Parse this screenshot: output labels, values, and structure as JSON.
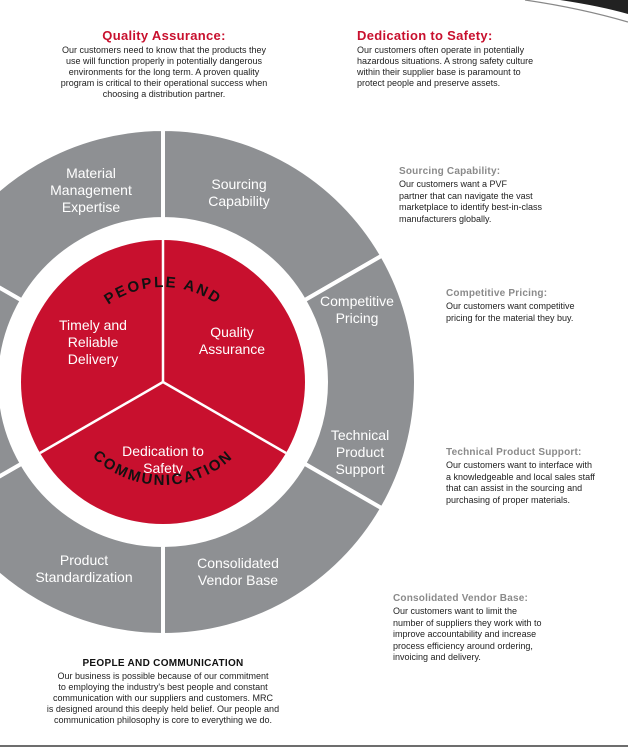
{
  "top_left": {
    "title": "Quality Assurance:",
    "lines": [
      "Our customers need to know that the products they",
      "use will function properly in potentially dangerous",
      "environments for the long term. A proven quality",
      "program is critical to their operational success when",
      "choosing a distribution partner."
    ]
  },
  "top_right": {
    "title": "Dedication to Safety:",
    "lines": [
      "Our customers often operate in potentially",
      "hazardous situations. A strong safety culture",
      "within their supplier base is paramount to",
      "protect people and preserve assets."
    ]
  },
  "side_notes": [
    {
      "title": "Sourcing Capability:",
      "lines": [
        "Our customers want a PVF",
        "partner that can navigate the vast",
        "marketplace to identify best-in-class",
        "manufacturers globally."
      ]
    },
    {
      "title": "Competitive Pricing:",
      "lines": [
        "Our customers want competitive",
        "pricing for the material they buy."
      ]
    },
    {
      "title": "Technical Product Support:",
      "lines": [
        "Our customers want to interface with",
        "a knowledgeable and local sales staff",
        "that can assist in the sourcing and",
        "purchasing of proper materials."
      ]
    },
    {
      "title": "Consolidated Vendor Base:",
      "lines": [
        "Our customers want to limit the",
        "number of suppliers they work with to",
        "improve accountability and increase",
        "process efficiency around ordering,",
        "invoicing and delivery."
      ]
    }
  ],
  "outer_segments": [
    {
      "id": "material",
      "lines": [
        "Material",
        "Management",
        "Expertise"
      ]
    },
    {
      "id": "sourcing",
      "lines": [
        "Sourcing",
        "Capability"
      ]
    },
    {
      "id": "pricing",
      "lines": [
        "Competitive",
        "Pricing"
      ]
    },
    {
      "id": "technical",
      "lines": [
        "Technical",
        "Product",
        "Support"
      ]
    },
    {
      "id": "vendor",
      "lines": [
        "Consolidated",
        "Vendor Base"
      ]
    },
    {
      "id": "standardization",
      "lines": [
        "Product",
        "Standardization"
      ]
    }
  ],
  "inner_segments": [
    {
      "id": "timely",
      "lines": [
        "Timely and",
        "Reliable",
        "Delivery"
      ]
    },
    {
      "id": "quality",
      "lines": [
        "Quality",
        "Assurance"
      ]
    },
    {
      "id": "safety",
      "lines": [
        "Dedication to",
        "Safety"
      ]
    }
  ],
  "ring_text": {
    "top": "PEOPLE AND",
    "bottom": "COMMUNICATION"
  },
  "bottom": {
    "title": "PEOPLE AND COMMUNICATION",
    "lines": [
      "Our business is possible because of our commitment",
      "to employing the industry's best people and constant",
      "communication with our suppliers and customers. MRC",
      "is designed around this deeply held belief. Our people and",
      "communication philosophy is core to everything we do."
    ]
  },
  "colors": {
    "outer": "#8e9093",
    "inner": "#c8102e",
    "ring": "#ffffff",
    "heading_red": "#c8102e",
    "heading_gray": "#8a8a8a"
  }
}
